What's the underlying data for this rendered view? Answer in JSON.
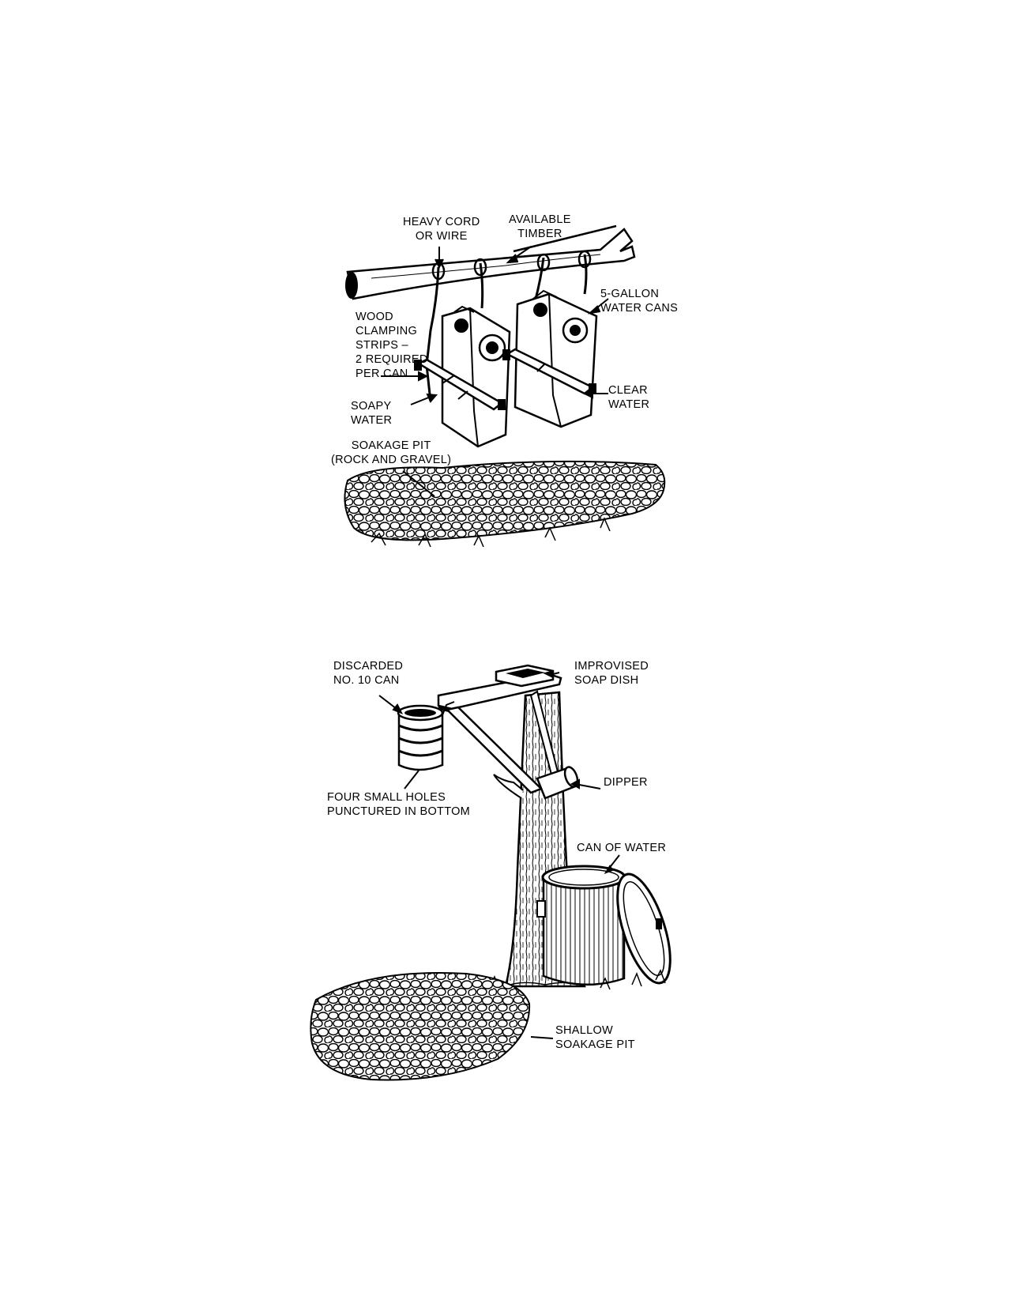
{
  "figure_top": {
    "labels": {
      "heavy_cord": [
        "HEAVY CORD",
        "OR WIRE"
      ],
      "timber": [
        "AVAILABLE",
        "TIMBER"
      ],
      "water_cans": [
        "5-GALLON",
        "WATER CANS"
      ],
      "clamping": [
        "WOOD",
        "CLAMPING",
        "STRIPS –",
        "2 REQUIRED",
        "PER CAN"
      ],
      "clear_water": [
        "CLEAR",
        "WATER"
      ],
      "soapy_water": [
        "SOAPY",
        "WATER"
      ],
      "soakage_pit": [
        "SOAKAGE PIT",
        "(ROCK AND GRAVEL)"
      ]
    }
  },
  "figure_bottom": {
    "labels": {
      "discarded_can": [
        "DISCARDED",
        "NO. 10 CAN"
      ],
      "soap_dish": [
        "IMPROVISED",
        "SOAP DISH"
      ],
      "dipper": "DIPPER",
      "holes": [
        "FOUR SMALL HOLES",
        "PUNCTURED IN BOTTOM"
      ],
      "can_of_water": "CAN OF WATER",
      "shallow_pit": [
        "SHALLOW",
        "SOAKAGE PIT"
      ]
    }
  }
}
